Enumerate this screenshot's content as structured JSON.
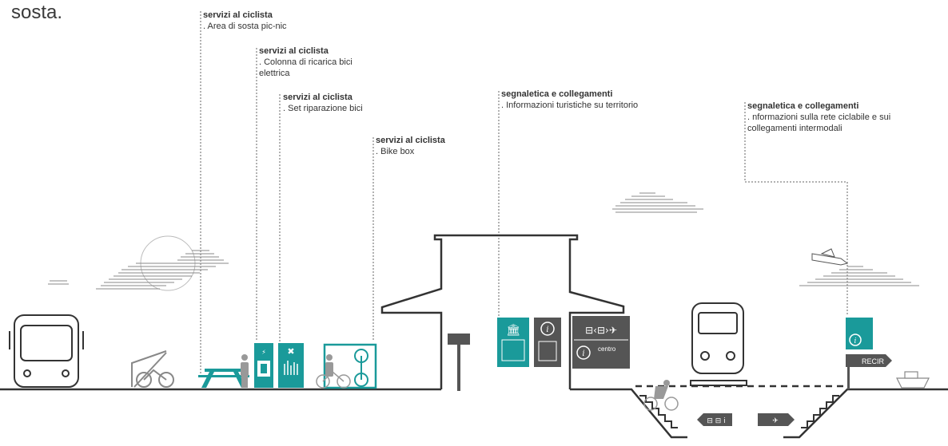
{
  "heading": "sosta.",
  "labels": [
    {
      "title": "servizi al ciclista",
      "desc": ". Area di sosta pic-nic"
    },
    {
      "title": "servizi al ciclista",
      "desc": ". Colonna di ricarica bici\n  elettrica"
    },
    {
      "title": "servizi al ciclista",
      "desc": ". Set riparazione bici"
    },
    {
      "title": "servizi al ciclista",
      "desc": ". Bike box"
    },
    {
      "title": "segnaletica e collegamenti",
      "desc": ". Informazioni turistiche su territorio"
    },
    {
      "title": "segnaletica e collegamenti",
      "desc": ". nformazioni sulla rete ciclabile e sui\ncollegamenti intermodali"
    }
  ],
  "sign_texts": {
    "centro": "centro",
    "recir": "RECIR"
  },
  "colors": {
    "teal": "#1a9a9a",
    "dark_gray": "#555555",
    "line": "#333333",
    "light_gray": "#cccccc"
  }
}
